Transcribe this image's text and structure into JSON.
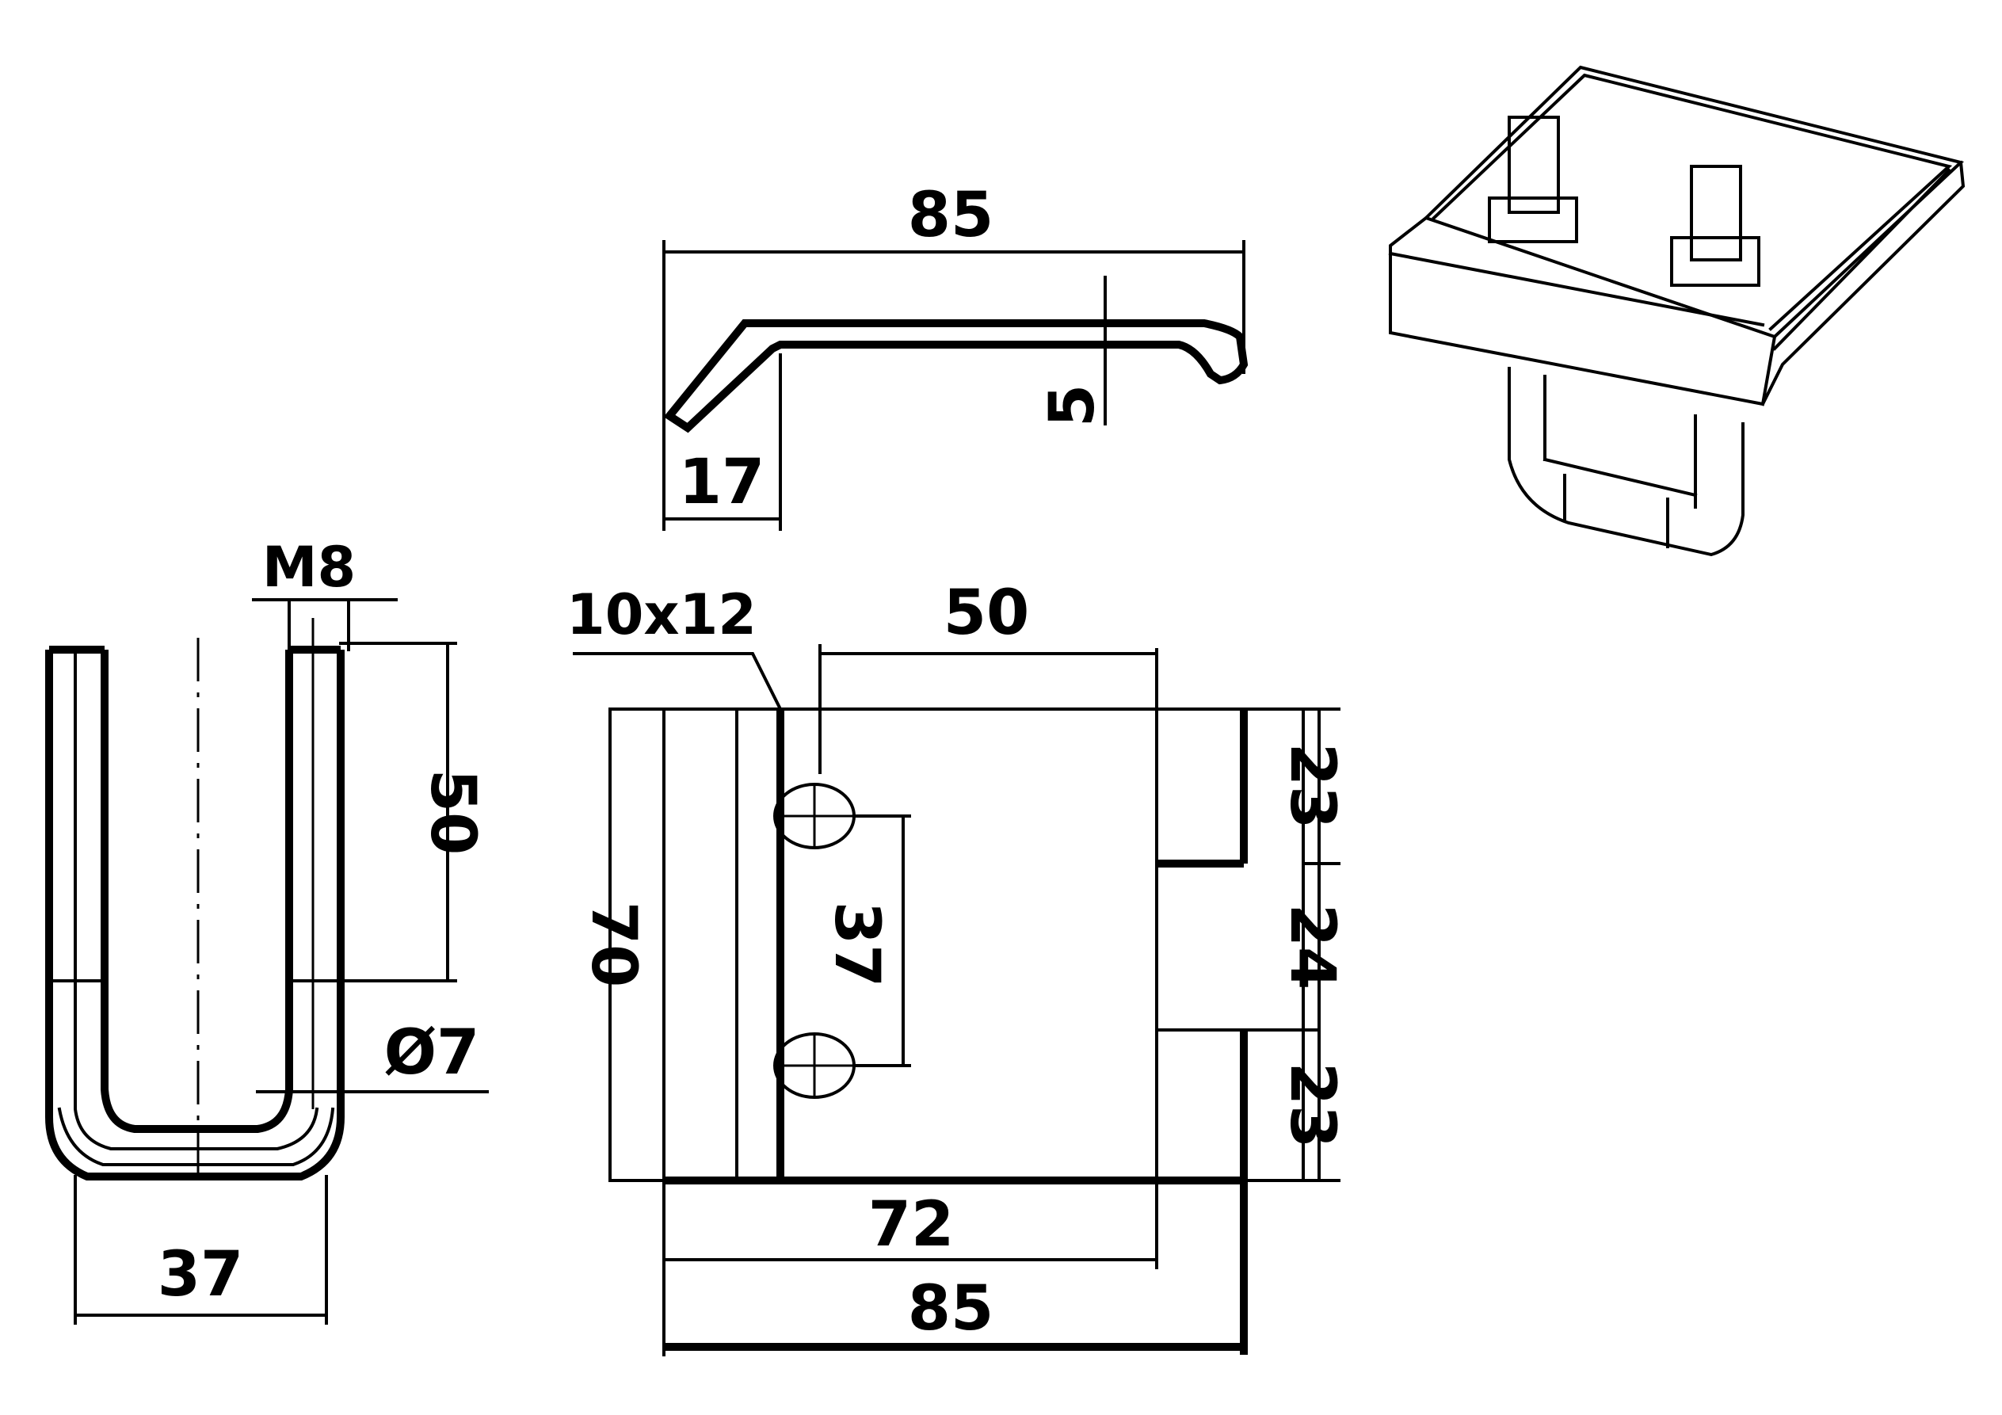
{
  "dimensions": {
    "side_length": "85",
    "side_thickness": "5",
    "side_lip": "17",
    "thread": "M8",
    "u_leg": "50",
    "hole_dia": "Ø7",
    "u_width": "37",
    "slot": "10x12",
    "slot_spacing_top": "50",
    "height": "70",
    "hole_spacing": "37",
    "seg_top": "23",
    "seg_mid": "24",
    "seg_bottom": "23",
    "inner_width": "72",
    "overall_width": "85"
  },
  "colors": {
    "line": "#000000",
    "background": "#ffffff"
  }
}
